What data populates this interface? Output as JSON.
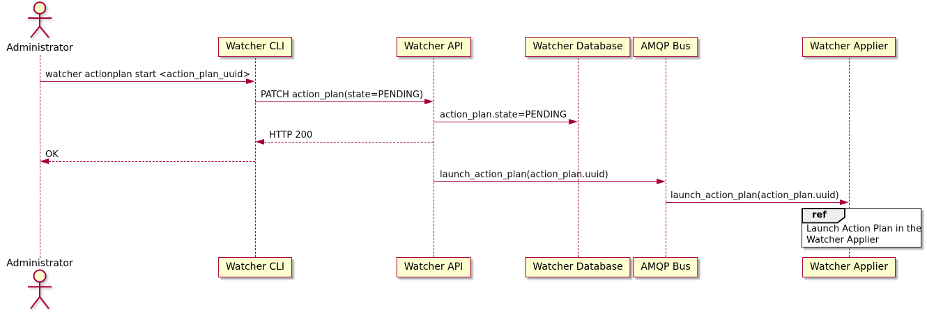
{
  "diagram": {
    "type": "sequence",
    "participants": [
      {
        "label": "Administrator",
        "kind": "actor"
      },
      {
        "label": "Watcher CLI",
        "kind": "participant"
      },
      {
        "label": "Watcher API",
        "kind": "participant"
      },
      {
        "label": "Watcher Database",
        "kind": "participant"
      },
      {
        "label": "AMQP Bus",
        "kind": "participant"
      },
      {
        "label": "Watcher Applier",
        "kind": "participant"
      }
    ],
    "messages": [
      {
        "from": "Administrator",
        "to": "Watcher CLI",
        "label": "watcher actionplan start <action_plan_uuid>",
        "line": "solid"
      },
      {
        "from": "Watcher CLI",
        "to": "Watcher API",
        "label": "PATCH action_plan(state=PENDING)",
        "line": "solid"
      },
      {
        "from": "Watcher API",
        "to": "Watcher Database",
        "label": "action_plan.state=PENDING",
        "line": "solid"
      },
      {
        "from": "Watcher API",
        "to": "Watcher CLI",
        "label": "HTTP 200",
        "line": "dashed"
      },
      {
        "from": "Watcher CLI",
        "to": "Administrator",
        "label": "OK",
        "line": "dashed"
      },
      {
        "from": "Watcher API",
        "to": "AMQP Bus",
        "label": "launch_action_plan(action_plan.uuid)",
        "line": "solid"
      },
      {
        "from": "AMQP Bus",
        "to": "Watcher Applier",
        "label": "launch_action_plan(action_plan.uuid)",
        "line": "solid"
      }
    ],
    "ref": {
      "keyword": "ref",
      "line1": "Launch Action Plan in the",
      "line2": "Watcher Applier"
    },
    "colors": {
      "participant_fill": "#FEFECE",
      "border": "#A80036",
      "arrow": "#A80036",
      "lifeline": "#A80036",
      "ref_header_fill": "#EEEEEE",
      "ref_border": "#000000"
    }
  }
}
